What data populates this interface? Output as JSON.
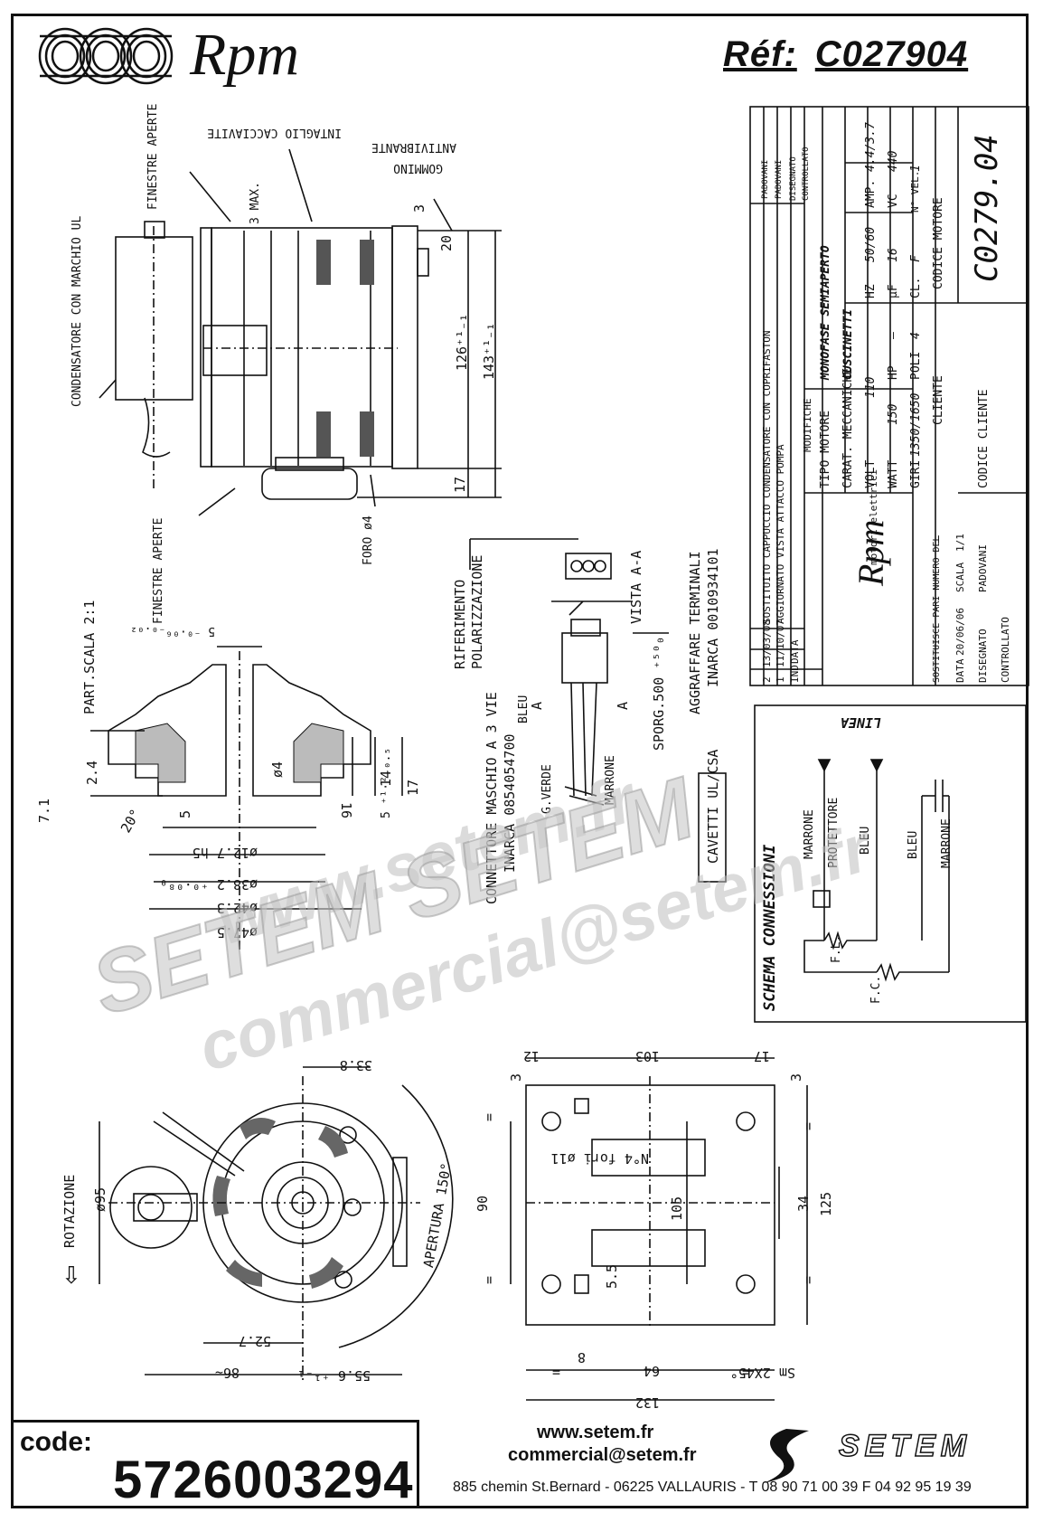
{
  "header": {
    "brand": "Rpm",
    "ref_label": "Réf:",
    "ref_value": "C027904"
  },
  "side_view": {
    "finestre_aperte_top": "FINESTRE APERTE",
    "intaglio": "INTAGLIO CACCIAVITE",
    "antivibrante": "ANTIVIBRANTE",
    "gommino": "GOMMINO",
    "max": "3 MAX.",
    "condensatore": "CONDENSATORE CON MARCHIO UL",
    "dim_20": "20",
    "dim_3": "3",
    "dim_126": "126⁺¹₋₁",
    "dim_143": "143⁺¹₋₁",
    "dim_17": "17",
    "foro": "FORO ø4",
    "finestre_aperte_bottom": "FINESTRE APERTE"
  },
  "detail": {
    "part_scala": "PART.SCALA 2:1",
    "d5": "5 ⁻⁰·⁰⁶₋₀.₀₂",
    "d24": "2.4",
    "d71": "7.1",
    "d5b": "5",
    "d4": "ø4",
    "d14": "14",
    "d17": "17",
    "d16": "16",
    "d20deg": "20°",
    "d5tol": "5 ⁺¹·²₋₀.₅",
    "d127": "ø12.7 h5",
    "d382": "ø38.2 ⁺⁰·⁰⁸₀",
    "d423": "ø42.3",
    "d475": "ø47.5"
  },
  "connector": {
    "riferimento": "RIFERIMENTO",
    "polarizzazione": "POLARIZZAZIONE",
    "vista": "VISTA A-A",
    "aggraffare": "AGGRAFFARE TERMINALI",
    "inarca1": "INARCA 0010934101",
    "connettore": "CONNETTORE MASCHIO A 3 VIE",
    "inarca2": "INARCA 0854054700",
    "bleu": "BLEU",
    "gverde": "G.VERDE",
    "marrone": "MARRONE",
    "sporg": "SPORG.500 ⁺⁵⁰₀",
    "cavetti": "CAVETTI UL/CSA",
    "a": "A"
  },
  "title_block": {
    "rev_rows": [
      {
        "ind": "2",
        "data": "13/03/08",
        "modifiche": "SOSTITUITO CAPPUCCIO CONDENSATORE CON COPRIFASTON",
        "dis": "PADOVANI"
      },
      {
        "ind": "1",
        "data": "11/10/07",
        "modifiche": "AGGIORNATO VISTA ATTACCO POMPA",
        "dis": "PADOVANI"
      }
    ],
    "hdr_ind": "IND",
    "hdr_data": "DATA",
    "hdr_modifiche": "MODIFICHE",
    "hdr_disegnato": "DISEGNATO",
    "hdr_controllato": "CONTROLLATO",
    "tipo_motore_label": "TIPO MOTORE",
    "tipo_motore": "MONOFASE SEMIAPERTO",
    "carat_label": "CARAT. MECCANICHE",
    "carat": "CUSCINETTI",
    "volt_label": "VOLT",
    "volt": "110",
    "hz_label": "HZ",
    "hz": "50/60",
    "amp_label": "AMP.",
    "amp": "4.4/3.7",
    "watt_label": "WATT",
    "watt": "150",
    "hp_label": "HP",
    "hp": "—",
    "uf_label": "µF",
    "uf": "16",
    "vc_label": "VC",
    "vc": "440",
    "giri_label": "GIRI",
    "giri": "1350/1650",
    "poli_label": "POLI",
    "poli": "4",
    "cl_label": "CL.",
    "cl": "F",
    "nvel_label": "N° VEL.",
    "nvel": "1",
    "codice_motore_label": "CODICE MOTORE",
    "codice_motore": "C0279.04",
    "cliente_label": "CLIENTE",
    "codice_cliente_label": "CODICE CLIENTE",
    "brand": "Rpm",
    "brand_sub": "motori elettrici",
    "sostituisce": "SOSTITUISCE PARI NUMERO DEL",
    "sostituisce_val": "—",
    "data_label": "DATA",
    "data_val": "20/06/06",
    "scala_label": "SCALA",
    "scala_val": "1/1",
    "disegnato_label": "DISEGNATO",
    "disegnato_val": "PADOVANI",
    "controllato_label": "CONTROLLATO"
  },
  "schema": {
    "title": "SCHEMA CONNESSIONI",
    "linea": "LINEA",
    "marrone1": "MARRONE",
    "protettore": "PROTETTORE",
    "bleu1": "BLEU",
    "bleu2": "BLEU",
    "marrone2": "MARRONE",
    "fl": "F.L.",
    "fc": "F.C."
  },
  "front_view": {
    "d338": "33.8",
    "d95": "ø95",
    "rotazione": "ROTAZIONE",
    "apertura": "APERTURA 150°",
    "d527": "52.7",
    "d86": "86~",
    "d556": "55.6 ⁺¹₋₁"
  },
  "plate_view": {
    "d103": "103",
    "d12": "12",
    "d17": "17",
    "d3a": "3",
    "d3b": "3",
    "fori": "N°4 fori ø11",
    "d90": "90",
    "d105": "105",
    "d34": "34",
    "d125": "125",
    "d55": "5.5",
    "d8": "8",
    "d64": "64",
    "d132": "132",
    "sm": "Sm 2X45°",
    "eq": "="
  },
  "watermark": {
    "line1": "www.setem.fr",
    "line2": "SETEM SETEM",
    "line3": "commercial@setem.fr"
  },
  "footer": {
    "code_label": "code:",
    "code_value": "5726003294",
    "web": "www.setem.fr",
    "mail": "commercial@setem.fr",
    "address": "885 chemin St.Bernard  -  06225 VALLAURIS  -  T 08 90 71 00 39  F 04 92 95 19 39",
    "setem_logo": "SETEM"
  }
}
